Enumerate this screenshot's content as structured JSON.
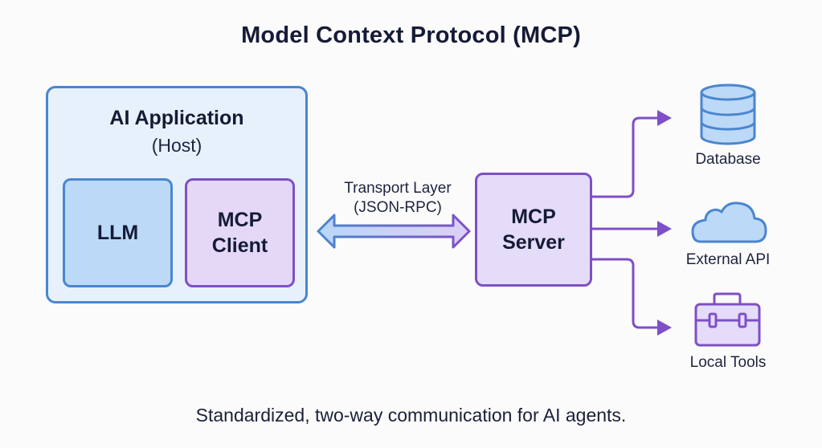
{
  "title": "Model Context Protocol (MCP)",
  "host": {
    "title": "AI Application",
    "subtitle": "(Host)",
    "components": [
      {
        "label": "LLM"
      },
      {
        "label_line1": "MCP",
        "label_line2": "Client"
      }
    ]
  },
  "transport": {
    "line1": "Transport Layer",
    "line2": "(JSON-RPC)",
    "direction": "bidirectional"
  },
  "server": {
    "line1": "MCP",
    "line2": "Server"
  },
  "resources": [
    {
      "label": "Database",
      "icon": "database-icon"
    },
    {
      "label": "External API",
      "icon": "cloud-icon"
    },
    {
      "label": "Local Tools",
      "icon": "toolbox-icon"
    }
  ],
  "tagline": "Standardized, two-way communication for AI agents.",
  "colors": {
    "blue_stroke": "#4a86cf",
    "blue_fill": "#bcd9f7",
    "purple_stroke": "#7f4fc6",
    "purple_fill": "#e4dcf8",
    "text": "#151b35"
  }
}
